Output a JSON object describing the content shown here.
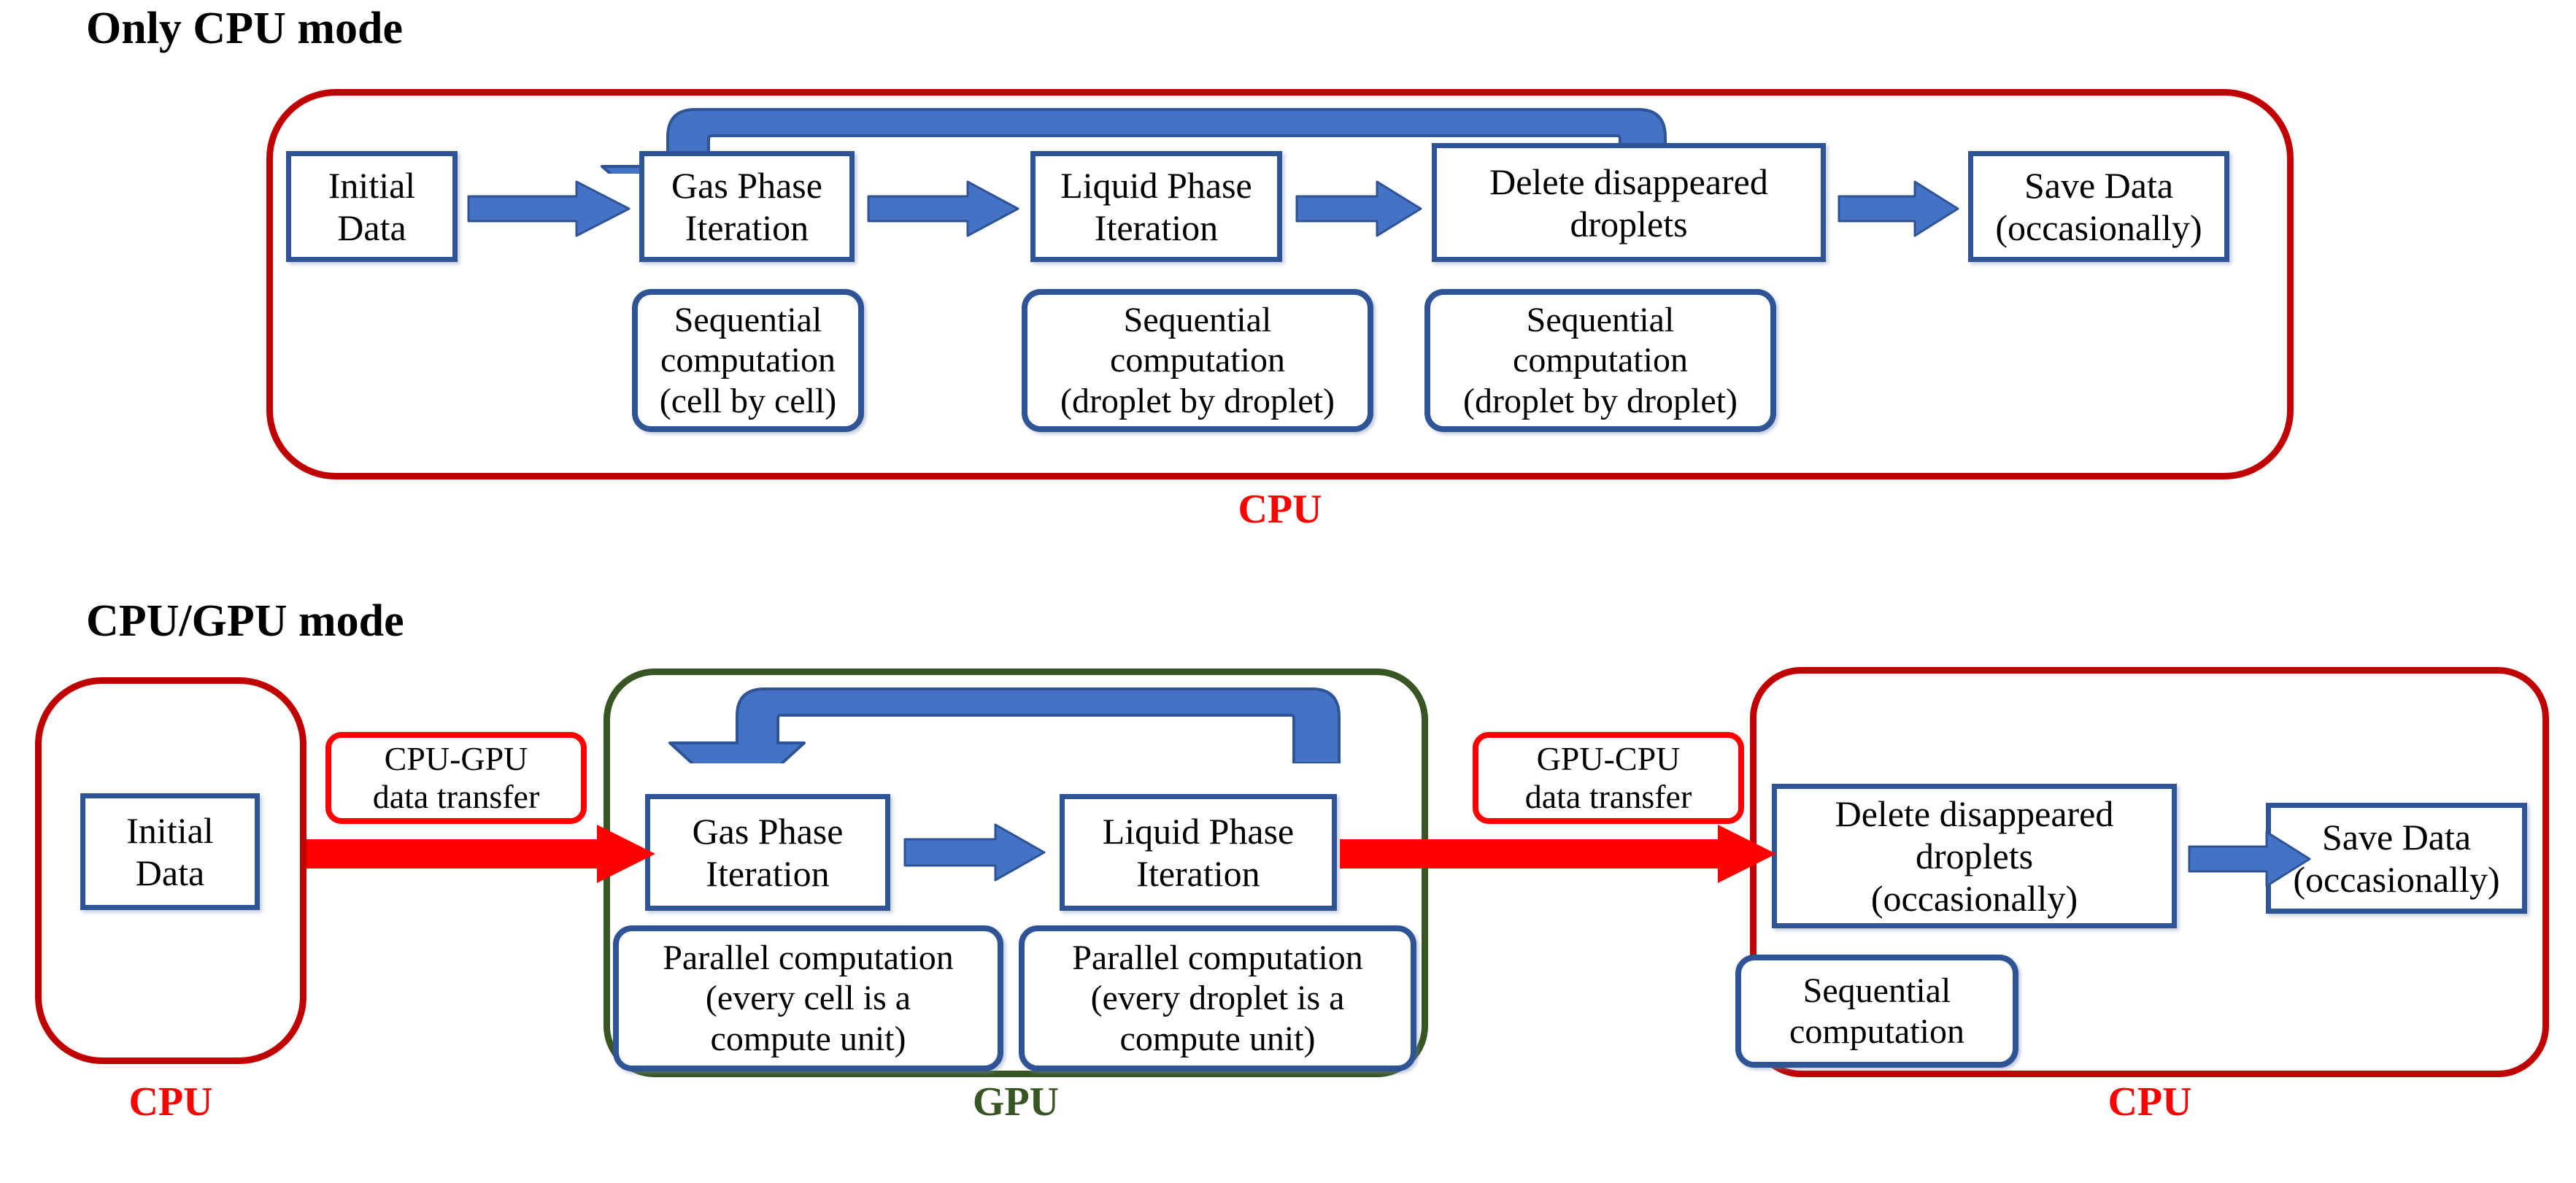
{
  "diagrams": [
    {
      "title": "Only CPU mode",
      "hardware_regions": [
        {
          "label": "CPU",
          "color": "#FF0000",
          "border_color": "#C00000"
        }
      ],
      "steps": [
        {
          "lines": [
            "Initial",
            "Data"
          ]
        },
        {
          "lines": [
            "Gas Phase",
            "Iteration"
          ]
        },
        {
          "lines": [
            "Liquid Phase",
            "Iteration"
          ]
        },
        {
          "lines": [
            "Delete disappeared",
            "droplets"
          ]
        },
        {
          "lines": [
            "Save Data",
            "(occasionally)"
          ]
        }
      ],
      "notes": [
        {
          "lines": [
            "Sequential",
            "computation",
            "(cell by cell)"
          ]
        },
        {
          "lines": [
            "Sequential",
            "computation",
            "(droplet by droplet)"
          ]
        },
        {
          "lines": [
            "Sequential",
            "computation",
            "(droplet by droplet)"
          ]
        }
      ],
      "loop": {
        "name": "iteration-loop-arrow",
        "color": "#4472C4"
      },
      "flow_arrow_color": "#4472C4"
    },
    {
      "title": "CPU/GPU mode",
      "hardware_regions": [
        {
          "label": "CPU",
          "color": "#FF0000",
          "border_color": "#C00000"
        },
        {
          "label": "GPU",
          "color": "#375623",
          "border_color": "#375623"
        },
        {
          "label": "CPU",
          "color": "#FF0000",
          "border_color": "#C00000"
        }
      ],
      "steps": [
        {
          "lines": [
            "Initial",
            "Data"
          ]
        },
        {
          "lines": [
            "Gas Phase",
            "Iteration"
          ]
        },
        {
          "lines": [
            "Liquid Phase",
            "Iteration"
          ]
        },
        {
          "lines": [
            "Delete disappeared",
            "droplets",
            "(occasionally)"
          ]
        },
        {
          "lines": [
            "Save Data",
            "(occasionally)"
          ]
        }
      ],
      "notes": [
        {
          "lines": [
            "Parallel computation",
            "(every cell is a",
            "compute unit)"
          ]
        },
        {
          "lines": [
            "Parallel computation",
            "(every droplet is a",
            "compute unit)"
          ]
        },
        {
          "lines": [
            "Sequential",
            "computation"
          ]
        }
      ],
      "transfers": [
        {
          "lines": [
            "CPU-GPU",
            "data transfer"
          ],
          "color": "#FF0000"
        },
        {
          "lines": [
            "GPU-CPU",
            "data transfer"
          ],
          "color": "#FF0000"
        }
      ],
      "loop": {
        "name": "iteration-loop-arrow",
        "color": "#4472C4"
      },
      "flow_arrow_color": "#4472C4"
    }
  ],
  "colors": {
    "box_border_blue": "#2F5496",
    "arrow_blue": "#4472C4",
    "cpu_red": "#FF0000",
    "cpu_border_red": "#C00000",
    "gpu_green": "#375623",
    "text_black": "#000000",
    "background": "#FFFFFF"
  }
}
